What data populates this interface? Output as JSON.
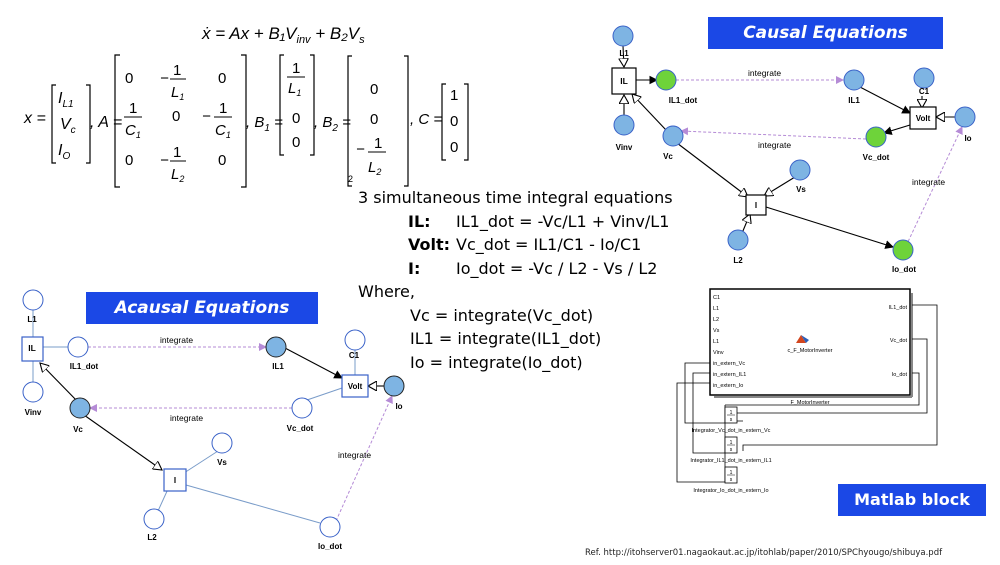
{
  "banners": {
    "causal": "Causal Equations",
    "acausal": "Acausal Equations",
    "matlab": "Matlab block"
  },
  "state_equation": {
    "lhs": "ẋ = Ax + B₁V",
    "sub_inv": "inv",
    "rhs": " + B₂V",
    "sub_s": "s"
  },
  "equations": {
    "heading": "3 simultaneous time integral equations",
    "il_label": "IL:",
    "il_text": "IL1_dot = -Vc/L1 + Vinv/L1",
    "volt_label": "Volt:",
    "volt_text": "Vc_dot = IL1/C1 - Io/C1",
    "i_label": "I:",
    "i_text": "Io_dot = -Vc / L2 - Vs / L2",
    "where": "Where,",
    "w1": "Vc = integrate(Vc_dot)",
    "w2": "IL1 = integrate(IL1_dot)",
    "w3": "Io = integrate(Io_dot)"
  },
  "causal_nodes": {
    "L1": "L1",
    "IL": "IL",
    "IL1_dot": "IL1_dot",
    "IL1": "IL1",
    "C1": "C1",
    "Volt": "Volt",
    "Io": "Io",
    "Vinv": "Vinv",
    "Vc": "Vc",
    "Vc_dot": "Vc_dot",
    "Vs": "Vs",
    "I": "I",
    "L2": "L2",
    "Io_dot": "Io_dot",
    "integrate1": "integrate",
    "integrate2": "integrate",
    "integrate3": "integrate"
  },
  "acausal_nodes": {
    "L1": "L1",
    "IL": "IL",
    "IL1_dot": "IL1_dot",
    "IL1": "IL1",
    "C1": "C1",
    "Volt": "Volt",
    "Io": "Io",
    "Vinv": "Vinv",
    "Vc": "Vc",
    "Vc_dot": "Vc_dot",
    "Vs": "Vs",
    "I": "I",
    "L2": "L2",
    "Io_dot": "Io_dot",
    "integrate1": "integrate",
    "integrate2": "integrate",
    "integrate3": "integrate"
  },
  "matlab": {
    "inports": [
      "C1",
      "L1",
      "L2",
      "Vs",
      "L1",
      "Vinv",
      "in_extern_Vc",
      "in_extern_IL1",
      "in_extern_Io"
    ],
    "outports": [
      "IL1_dot",
      "Vc_dot",
      "Io_dot"
    ],
    "block_center": "c_F_MotorInverter",
    "block_name": "F_MotorInverter",
    "integrator_top": "1",
    "integrator_bottom": "s",
    "int1": "Integrator_Vc_dot_in_extern_Vc",
    "int2": "Integrator_IL1_dot_in_extern_IL1",
    "int3": "Integrator_Io_dot_in_extern_Io"
  },
  "reference": "Ref. http://itohserver01.nagaokaut.ac.jp/itohlab/paper/2010/SPChyougo/shibuya.pdf",
  "colors": {
    "banner": "#1b48e6",
    "node_blue": "#7eb4e3",
    "node_green": "#6ed33a",
    "node_edge": "#3a62c8",
    "integrate_line": "#b58bd6"
  }
}
